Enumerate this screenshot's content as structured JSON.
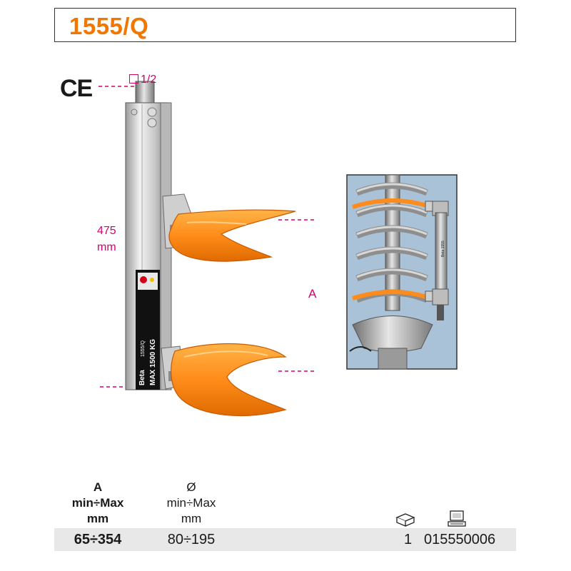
{
  "header": {
    "title": "1555/Q"
  },
  "marks": {
    "ce": "CE"
  },
  "dimensions": {
    "drive": "1/2",
    "length_value": "475",
    "length_unit": "mm",
    "a": "A"
  },
  "tool_label": {
    "brand": "Beta",
    "model": "1555/Q",
    "capacity": "MAX 1500 KG"
  },
  "diagram_label": "Beta 1555",
  "specs": {
    "col_a": {
      "line1": "A",
      "line2": "min÷Max",
      "line3": "mm",
      "value": "65÷354"
    },
    "col_d": {
      "line1": "Ø",
      "line2": "min÷Max",
      "line3": "mm",
      "value": "80÷195"
    },
    "qty": "1",
    "code": "015550006",
    "icons": [
      "package-icon",
      "computer-icon"
    ]
  },
  "colors": {
    "accent": "#f07800",
    "dimension": "#d4006e",
    "row_bg": "#e8e8e8"
  }
}
